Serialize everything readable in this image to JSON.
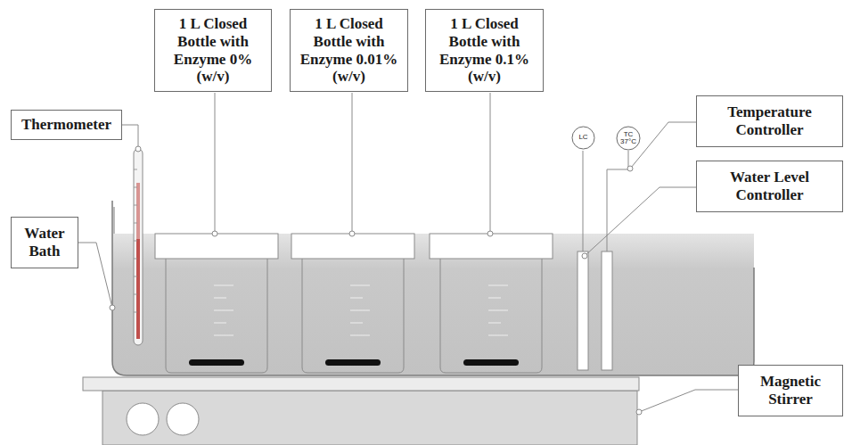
{
  "diagram": {
    "nodes": [
      {
        "text": [
          "1 L Closed Bottle with Enzyme 0% (w/v)"
        ]
      },
      {
        "text": [
          "1 L Closed Bottle with Enzyme 0.01% (w/v)"
        ]
      },
      {
        "text": [
          "1 L Closed Bottle with Enzyme 0.1% (w/v)"
        ]
      },
      {
        "text": [
          "Thermometer"
        ]
      },
      {
        "text": [
          "Water Bath"
        ]
      },
      {
        "text": [
          "LC"
        ]
      },
      {
        "text": [
          "TC",
          "37°C"
        ]
      },
      {
        "text": [
          "Temperature Controller"
        ]
      },
      {
        "text": [
          "Water Level Controller"
        ]
      },
      {
        "text": [
          "Magnetic Stirrer"
        ]
      }
    ]
  }
}
